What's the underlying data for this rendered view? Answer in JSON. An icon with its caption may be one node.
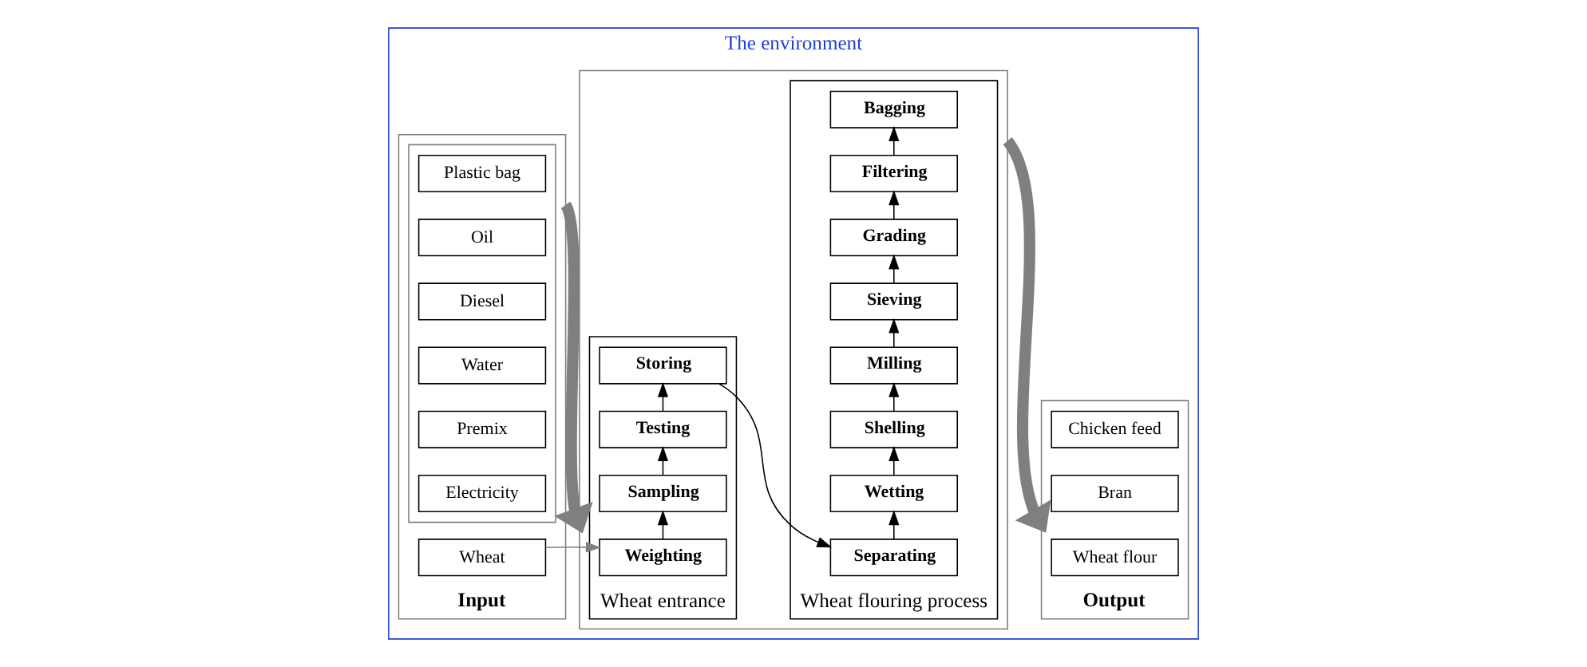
{
  "diagram": {
    "nodes": [
      {
        "text": [
          "The environment"
        ]
      },
      {
        "text": [
          "Input"
        ],
        "in": 0
      },
      {
        "text": [
          "Wheat"
        ],
        "in": 1
      },
      {
        "text": [],
        "shape": "box",
        "in": 1
      },
      {
        "text": [
          "Electricity"
        ],
        "in": 3
      },
      {
        "text": [
          "Premix"
        ],
        "in": 3
      },
      {
        "text": [
          "Water"
        ],
        "in": 3
      },
      {
        "text": [
          "Diesel"
        ],
        "in": 3
      },
      {
        "text": [
          "Oil"
        ],
        "in": 3
      },
      {
        "text": [
          "Plastic bag"
        ],
        "in": 3
      },
      {
        "text": [],
        "shape": "box",
        "in": 0
      },
      {
        "text": [
          "Wheat entrance"
        ],
        "in": 10
      },
      {
        "text": [
          "Weighting"
        ],
        "in": 11
      },
      {
        "text": [
          "Sampling"
        ],
        "in": 11
      },
      {
        "text": [
          "Testing"
        ],
        "in": 11
      },
      {
        "text": [
          "Storing"
        ],
        "in": 11
      },
      {
        "text": [
          "Wheat flouring process"
        ],
        "in": 10
      },
      {
        "text": [
          "Separating"
        ],
        "in": 16
      },
      {
        "text": [
          "Wetting"
        ],
        "in": 16
      },
      {
        "text": [
          "Shelling"
        ],
        "in": 16
      },
      {
        "text": [
          "Milling"
        ],
        "in": 16
      },
      {
        "text": [
          "Sieving"
        ],
        "in": 16
      },
      {
        "text": [
          "Grading"
        ],
        "in": 16
      },
      {
        "text": [
          "Filtering"
        ],
        "in": 16
      },
      {
        "text": [
          "Bagging"
        ],
        "in": 16
      },
      {
        "text": [
          "Output"
        ],
        "in": 0
      },
      {
        "text": [
          "Wheat flour"
        ],
        "in": 25
      },
      {
        "text": [
          "Bran"
        ],
        "in": 25
      },
      {
        "text": [
          "Chicken feed"
        ],
        "in": 25
      }
    ],
    "edges": [
      {
        "from": 2,
        "to": 12,
        "arrow": "to",
        "color": "#7f7f7f"
      },
      {
        "from": 12,
        "to": 13,
        "arrow": "to"
      },
      {
        "from": 13,
        "to": 14,
        "arrow": "to"
      },
      {
        "from": 14,
        "to": 15,
        "arrow": "to"
      },
      {
        "from": 15,
        "to": 17,
        "arrow": "to"
      },
      {
        "from": 17,
        "to": 18,
        "arrow": "to"
      },
      {
        "from": 18,
        "to": 19,
        "arrow": "to"
      },
      {
        "from": 19,
        "to": 20,
        "arrow": "to"
      },
      {
        "from": 20,
        "to": 21,
        "arrow": "to"
      },
      {
        "from": 21,
        "to": 22,
        "arrow": "to"
      },
      {
        "from": 22,
        "to": 23,
        "arrow": "to"
      },
      {
        "from": 23,
        "to": 24,
        "arrow": "to"
      },
      {
        "from": 1,
        "to": 10,
        "arrow": "to",
        "style": "thick",
        "color": "#7f7f7f"
      },
      {
        "from": 10,
        "to": 25,
        "arrow": "to",
        "style": "thick",
        "color": "#7f7f7f"
      }
    ]
  }
}
